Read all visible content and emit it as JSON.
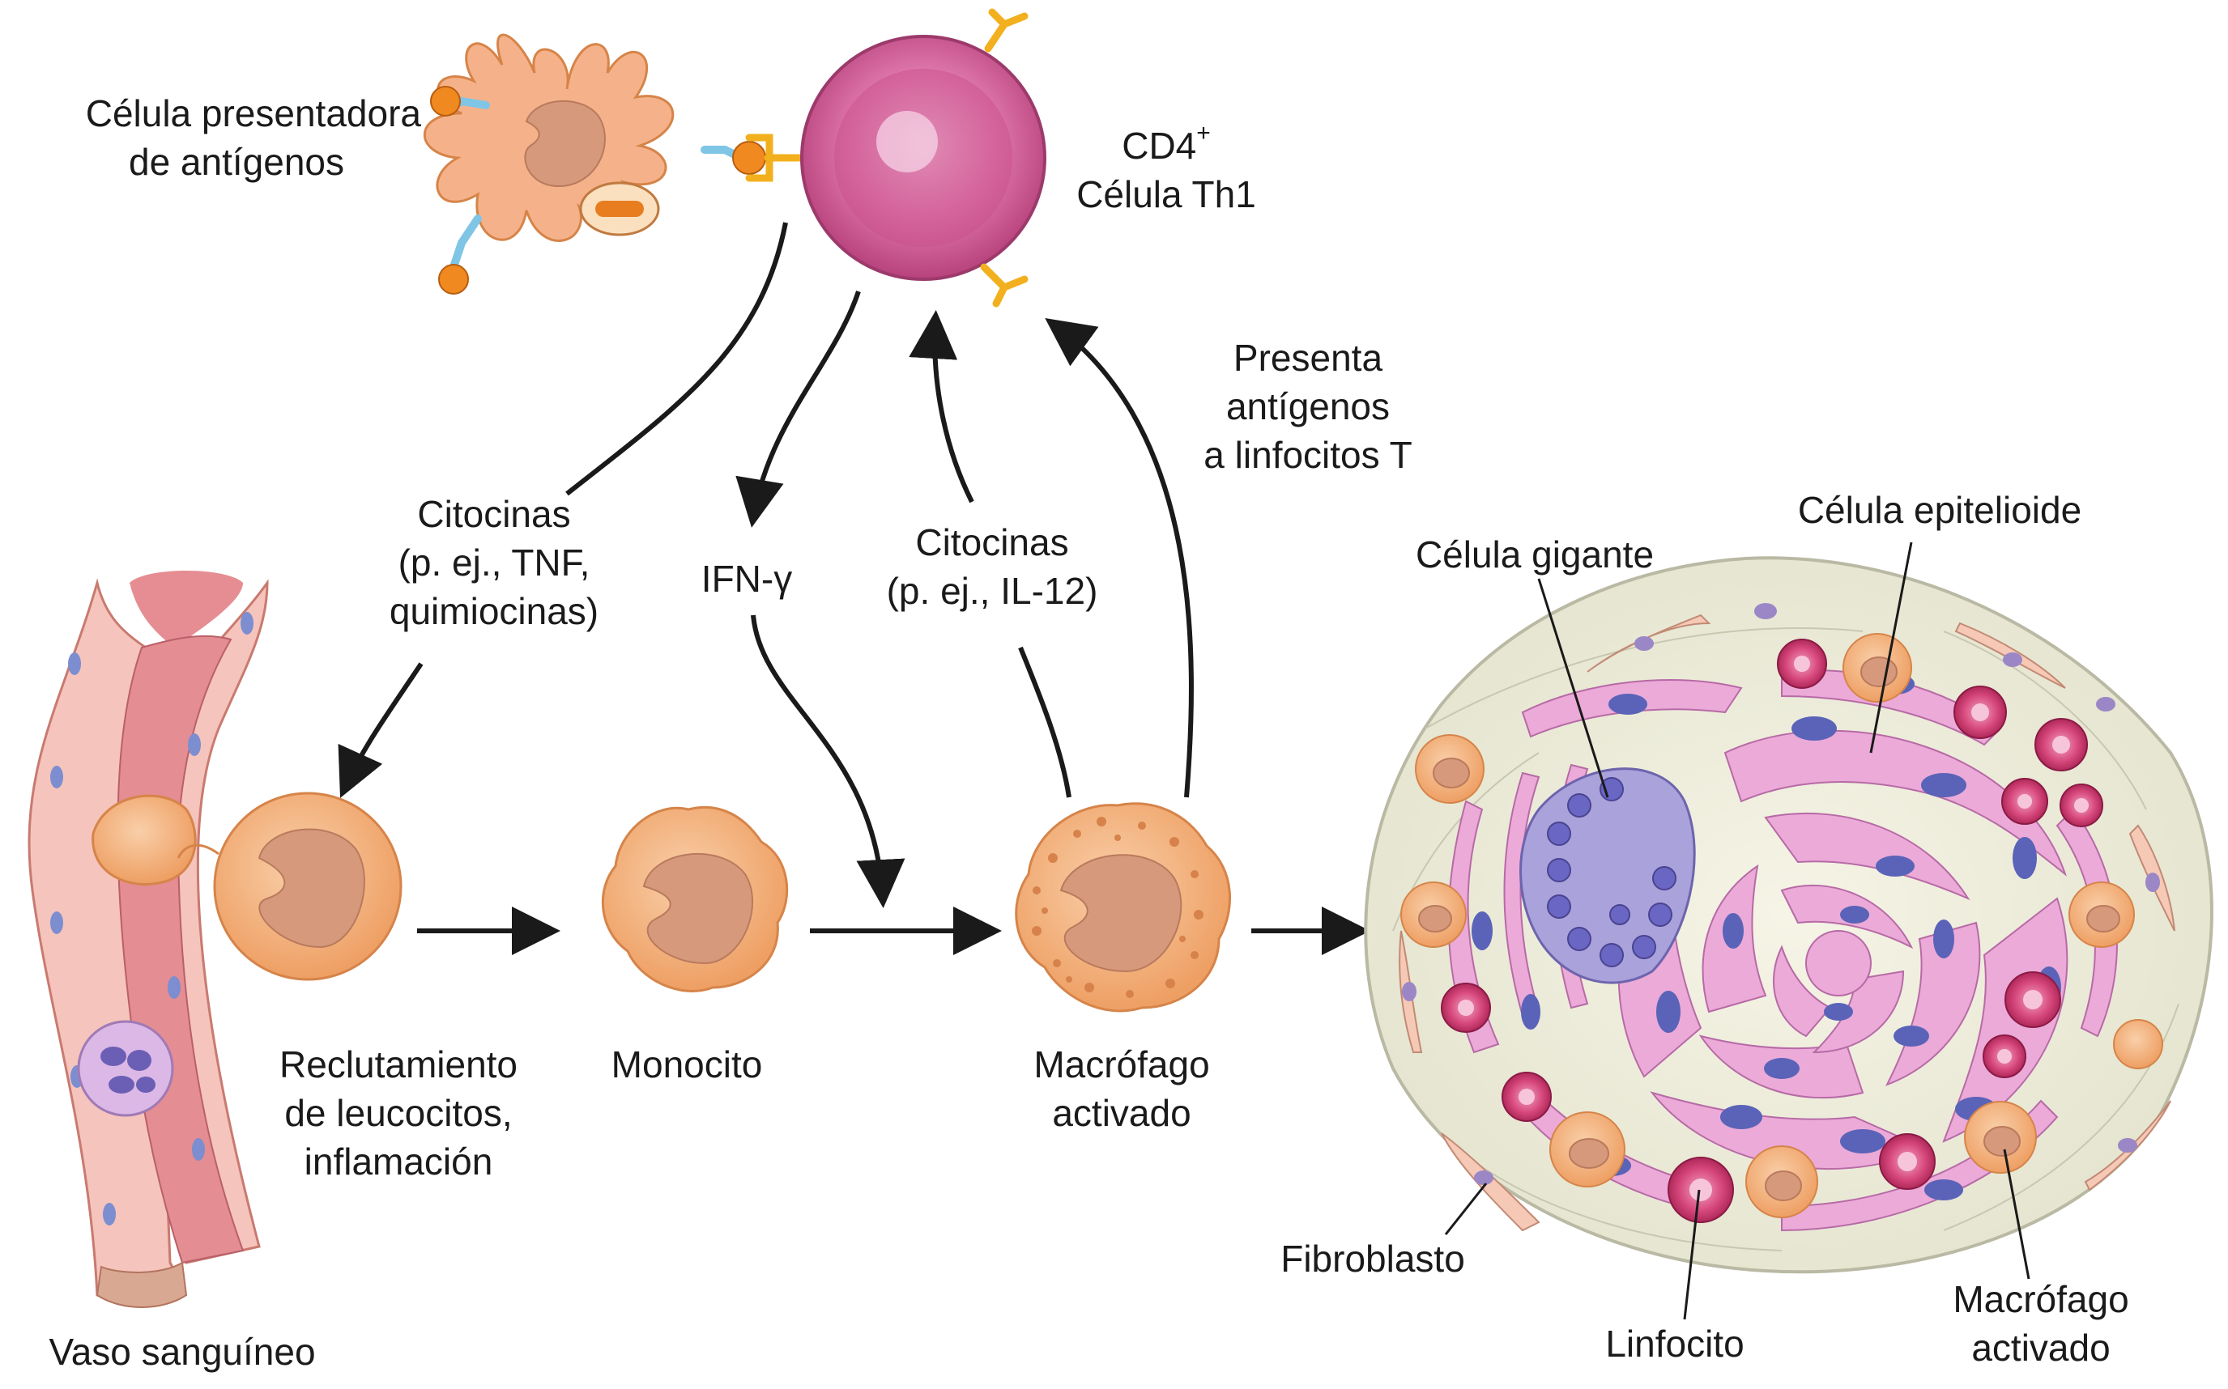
{
  "labels": {
    "apc": [
      "Célula presentadora",
      "de antígenos"
    ],
    "cd4_main": "CD4",
    "cd4_sup": "+",
    "th1": "Célula Th1",
    "presents": [
      "Presenta",
      "antígenos",
      "a linfocitos T"
    ],
    "cytokines_left": [
      "Citocinas",
      "(p. ej., TNF,",
      "quimiocinas)"
    ],
    "ifn": "IFN-γ",
    "cytokines_mid": [
      "Citocinas",
      "(p. ej., IL-12)"
    ],
    "recruitment": [
      "Reclutamiento",
      "de leucocitos,",
      "inflamación"
    ],
    "monocyte": "Monocito",
    "activated_macrophage": [
      "Macrófago",
      "activado"
    ],
    "giant_cell": "Célula gigante",
    "epithelioid": "Célula epitelioide",
    "fibroblast": "Fibroblasto",
    "lymphocyte": "Linfocito",
    "granuloma_macrophage": [
      "Macrófago",
      "activado"
    ],
    "vessel": "Vaso sanguíneo"
  },
  "colors": {
    "macrophage_fill": "#f4b183",
    "macrophage_edge": "#e08a50",
    "nucleus": "#d9957a",
    "th1_fill": "#d65c95",
    "th1_inner": "#e98ab6",
    "lymph_fill": "#c0305f",
    "epithelioid_fill": "#e9a9d6",
    "epithelioid_nucleus": "#5a63b8",
    "giant_fill": "#a9a2db",
    "granuloma_bg": "#eef0dd",
    "vessel_wall": "#f0b0a8",
    "vessel_lumen": "#e48f93",
    "receptor_yellow": "#f2b01e",
    "antigen_orange": "#f08a20",
    "mhc_blue": "#7fc5e6"
  }
}
